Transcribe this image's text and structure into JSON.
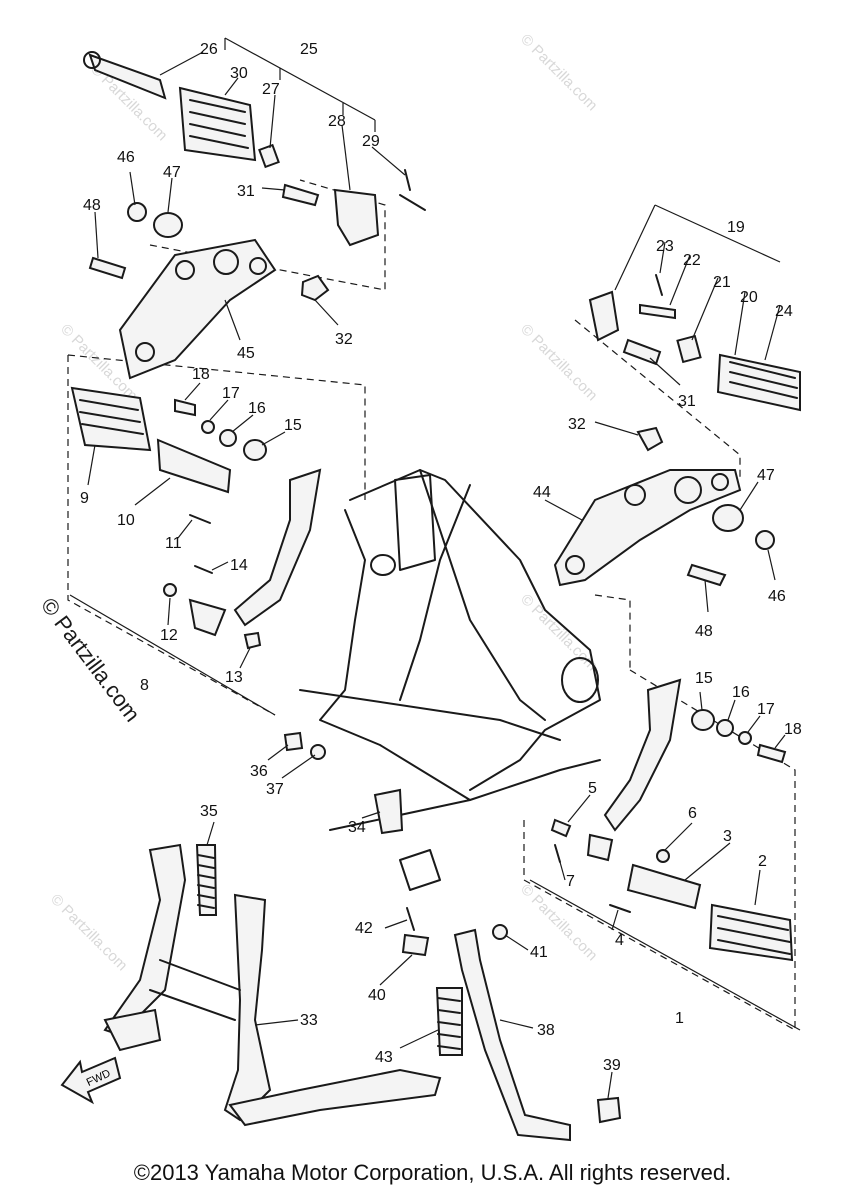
{
  "diagram": {
    "callouts": {
      "c1": "1",
      "c2": "2",
      "c3": "3",
      "c4": "4",
      "c5": "5",
      "c6": "6",
      "c7": "7",
      "c8": "8",
      "c9": "9",
      "c10": "10",
      "c11": "11",
      "c12": "12",
      "c13": "13",
      "c14": "14",
      "c15a": "15",
      "c16a": "16",
      "c17a": "17",
      "c18a": "18",
      "c15b": "15",
      "c16b": "16",
      "c17b": "17",
      "c18b": "18",
      "c19": "19",
      "c20": "20",
      "c21": "21",
      "c22": "22",
      "c23": "23",
      "c24": "24",
      "c25": "25",
      "c26": "26",
      "c27": "27",
      "c28": "28",
      "c29": "29",
      "c30": "30",
      "c31a": "31",
      "c31b": "31",
      "c32a": "32",
      "c32b": "32",
      "c33": "33",
      "c34": "34",
      "c35": "35",
      "c36": "36",
      "c37": "37",
      "c38": "38",
      "c39": "39",
      "c40": "40",
      "c41": "41",
      "c42": "42",
      "c43": "43",
      "c44": "44",
      "c45": "45",
      "c46a": "46",
      "c46b": "46",
      "c47a": "47",
      "c47b": "47",
      "c48a": "48",
      "c48b": "48"
    },
    "arrow_label": "FWD",
    "watermark_side": "© Partzilla.com",
    "watermark_tile": "© Partzilla.com"
  },
  "footer": {
    "copyright": "©2013 Yamaha Motor Corporation, U.S.A. All rights reserved."
  }
}
